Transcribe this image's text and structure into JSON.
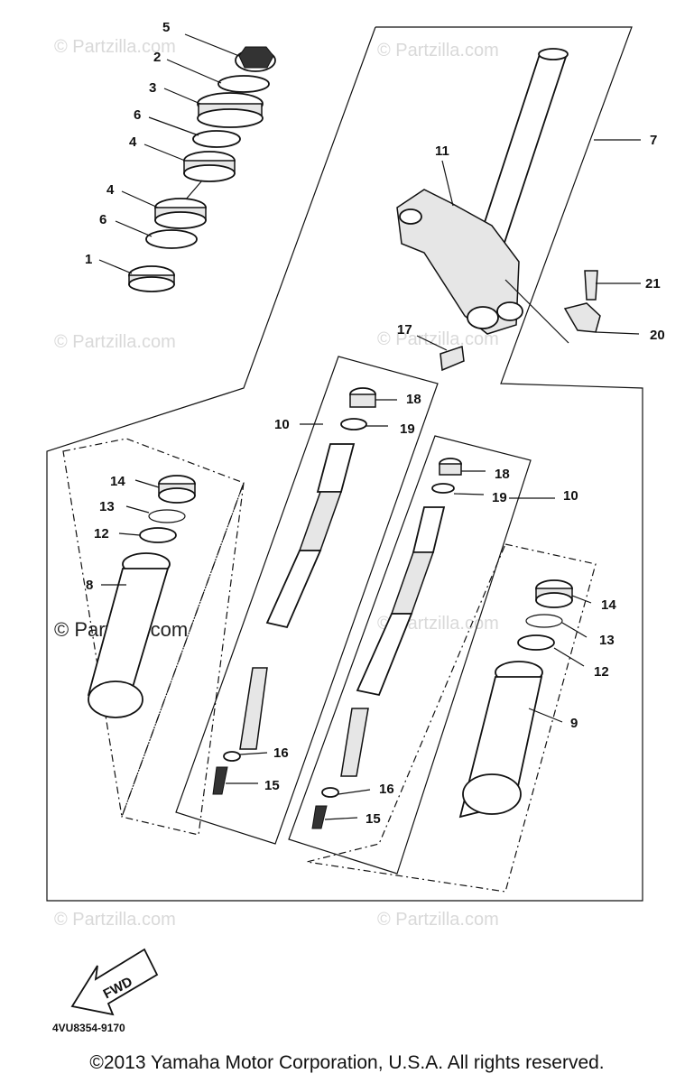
{
  "callouts": {
    "c5": "5",
    "c2": "2",
    "c3": "3",
    "c6a": "6",
    "c4a": "4",
    "c4b": "4",
    "c6b": "6",
    "c1": "1",
    "c7": "7",
    "c11": "11",
    "c21": "21",
    "c20": "20",
    "c17": "17",
    "c18a": "18",
    "c10a": "10",
    "c19a": "19",
    "c18b": "18",
    "c19b": "19",
    "c10b": "10",
    "c14a": "14",
    "c13a": "13",
    "c12a": "12",
    "c8": "8",
    "c14b": "14",
    "c13b": "13",
    "c12b": "12",
    "c9": "9",
    "c16a": "16",
    "c15a": "15",
    "c16b": "16",
    "c15b": "15"
  },
  "watermark": {
    "faint": "© Partzilla.com",
    "strong": "© Partzilla.com"
  },
  "fwd_label": "FWD",
  "part_code": "4VU8354-9170",
  "copyright": "©2013 Yamaha Motor Corporation, U.S.A. All rights reserved."
}
